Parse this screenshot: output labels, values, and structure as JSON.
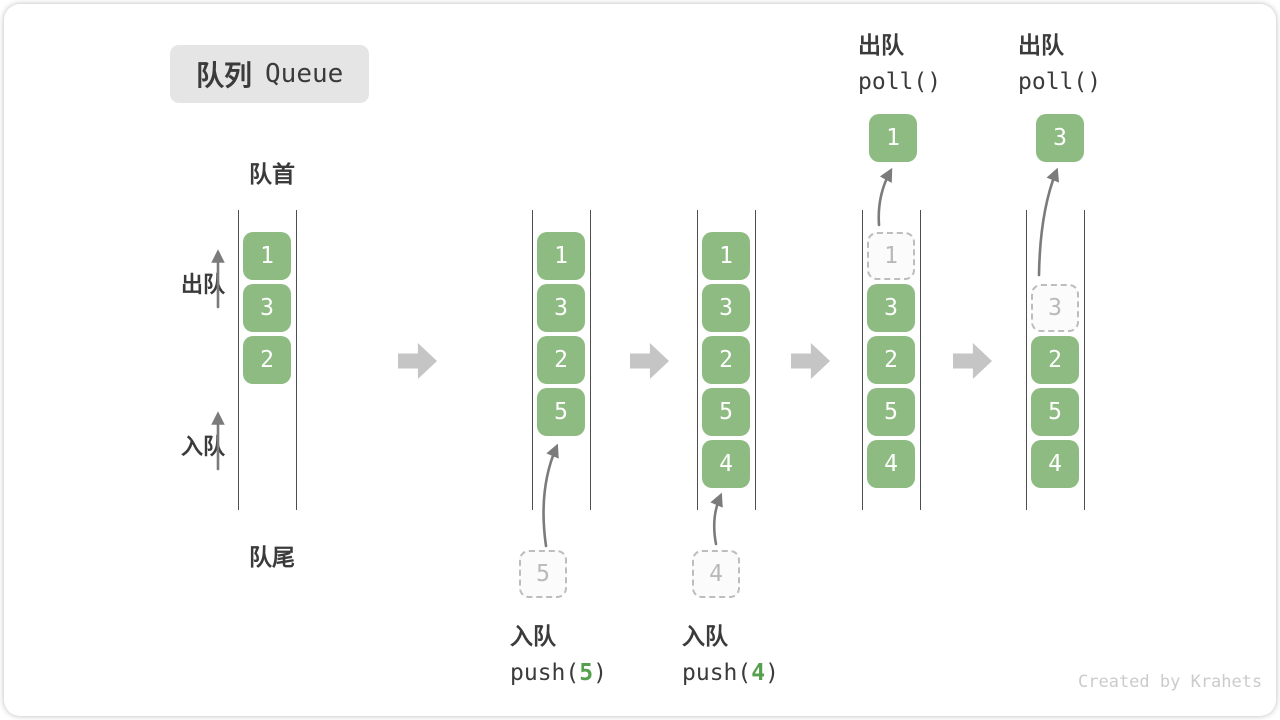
{
  "title": {
    "zh": "队列",
    "en": "Queue"
  },
  "labels": {
    "front": "队首",
    "rear": "队尾",
    "dequeue": "出队",
    "enqueue": "入队"
  },
  "colors": {
    "box_green": "#8dbb81",
    "accent_green": "#55a04e",
    "step_arrow_gray": "#c5c5c5",
    "text_dark": "#3b3b3b",
    "ghost_gray": "#b9b9b9"
  },
  "queues": [
    {
      "state": "initial",
      "slots": [
        {
          "row": 0,
          "value": "1",
          "type": "solid"
        },
        {
          "row": 1,
          "value": "3",
          "type": "solid"
        },
        {
          "row": 2,
          "value": "2",
          "type": "solid"
        }
      ]
    },
    {
      "state": "after-push-5",
      "slots": [
        {
          "row": 0,
          "value": "1",
          "type": "solid"
        },
        {
          "row": 1,
          "value": "3",
          "type": "solid"
        },
        {
          "row": 2,
          "value": "2",
          "type": "solid"
        },
        {
          "row": 3,
          "value": "5",
          "type": "solid"
        }
      ]
    },
    {
      "state": "after-push-4",
      "slots": [
        {
          "row": 0,
          "value": "1",
          "type": "solid"
        },
        {
          "row": 1,
          "value": "3",
          "type": "solid"
        },
        {
          "row": 2,
          "value": "2",
          "type": "solid"
        },
        {
          "row": 3,
          "value": "5",
          "type": "solid"
        },
        {
          "row": 4,
          "value": "4",
          "type": "solid"
        }
      ]
    },
    {
      "state": "after-poll-1",
      "slots": [
        {
          "row": 0,
          "value": "1",
          "type": "dashed"
        },
        {
          "row": 1,
          "value": "3",
          "type": "solid"
        },
        {
          "row": 2,
          "value": "2",
          "type": "solid"
        },
        {
          "row": 3,
          "value": "5",
          "type": "solid"
        },
        {
          "row": 4,
          "value": "4",
          "type": "solid"
        }
      ]
    },
    {
      "state": "after-poll-3",
      "slots": [
        {
          "row": 1,
          "value": "3",
          "type": "dashed"
        },
        {
          "row": 2,
          "value": "2",
          "type": "solid"
        },
        {
          "row": 3,
          "value": "5",
          "type": "solid"
        },
        {
          "row": 4,
          "value": "4",
          "type": "solid"
        }
      ]
    }
  ],
  "push_annotations": [
    {
      "label": "入队",
      "fn": "push(",
      "arg": "5",
      "close": ")",
      "ghost_value": "5"
    },
    {
      "label": "入队",
      "fn": "push(",
      "arg": "4",
      "close": ")",
      "ghost_value": "4"
    }
  ],
  "poll_annotations": [
    {
      "label": "出队",
      "code": "poll()",
      "value": "1"
    },
    {
      "label": "出队",
      "code": "poll()",
      "value": "3"
    }
  ],
  "credit": "Created by Krahets"
}
